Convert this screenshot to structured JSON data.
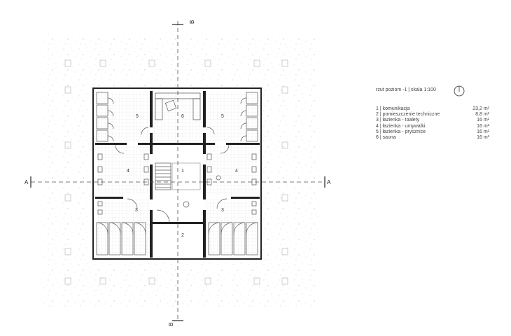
{
  "title": "rzut poziom -1 | skala 1:100",
  "section_marks": {
    "a_left": "A",
    "a_right": "A",
    "b_top": "B",
    "b_bottom": "B"
  },
  "rooms_labels": [
    "5",
    "6",
    "5",
    "4",
    "1",
    "4",
    "3",
    "2",
    "3"
  ],
  "legend": [
    {
      "label": "1 | komunikacja",
      "area": "23,2 m²"
    },
    {
      "label": "2 | pomieszczenie techniczne",
      "area": "8,8 m²"
    },
    {
      "label": "3 | łazienka - toalety",
      "area": "16 m²"
    },
    {
      "label": "4 | łazienka - umywalki",
      "area": "16 m²"
    },
    {
      "label": "5 | łazienka - prysznice",
      "area": "16 m²"
    },
    {
      "label": "6 | sauna",
      "area": "16 m²"
    }
  ],
  "icons": [
    "north-arrow-icon"
  ]
}
